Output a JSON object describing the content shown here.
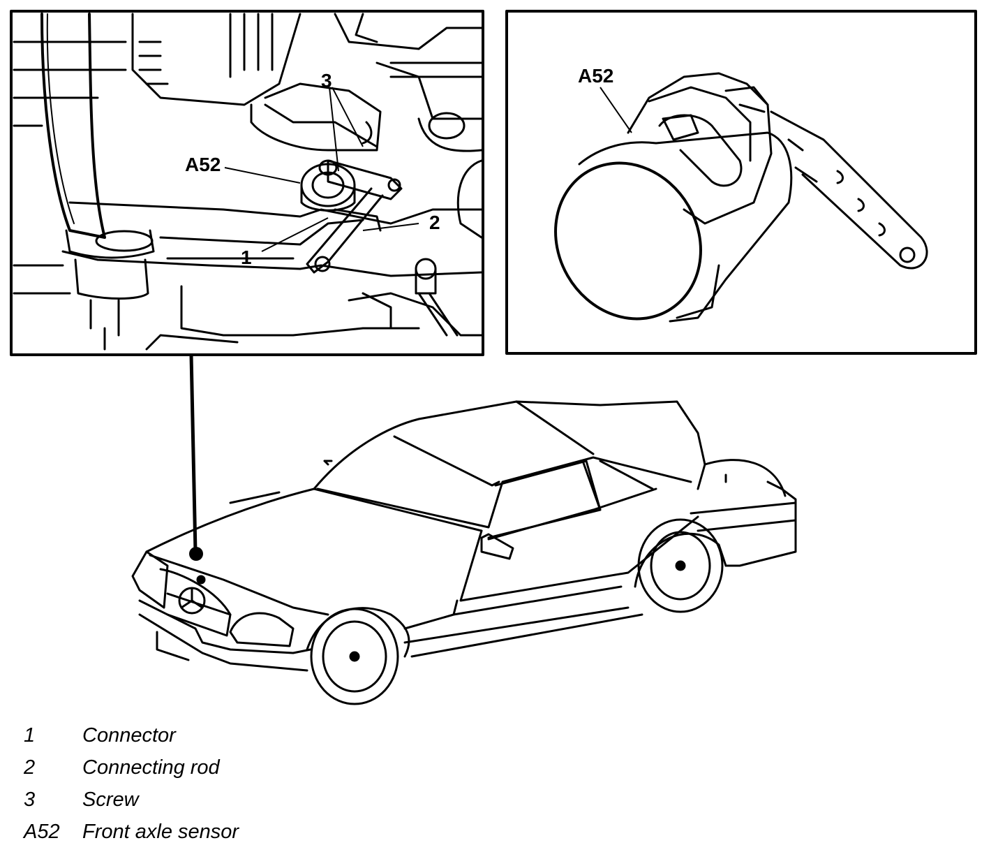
{
  "callouts": {
    "detail_screw": "3",
    "detail_sensor": "A52",
    "detail_connecting_rod": "2",
    "detail_connector": "1",
    "inset_sensor": "A52"
  },
  "legend": [
    {
      "key": "1",
      "text": "Connector"
    },
    {
      "key": "2",
      "text": "Connecting rod"
    },
    {
      "key": "3",
      "text": "Screw"
    },
    {
      "key": "A52",
      "text": "Front axle sensor"
    }
  ],
  "colors": {
    "ink": "#000000",
    "paper": "#ffffff"
  }
}
